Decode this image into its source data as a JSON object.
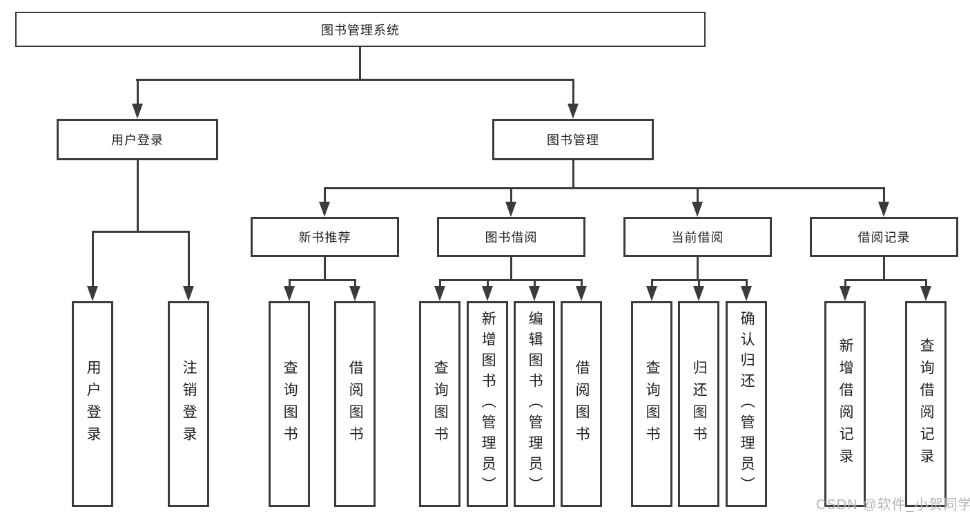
{
  "tree": {
    "root": {
      "label": "图书管理系统"
    },
    "branches": [
      {
        "label": "用户登录",
        "children": [
          {
            "label": "用户登录"
          },
          {
            "label": "注销登录"
          }
        ]
      },
      {
        "label": "图书管理",
        "children": [
          {
            "label": "新书推荐",
            "children": [
              {
                "label": "查询图书"
              },
              {
                "label": "借阅图书"
              }
            ]
          },
          {
            "label": "图书借阅",
            "children": [
              {
                "label": "查询图书"
              },
              {
                "label": "新增图书（管理员）"
              },
              {
                "label": "编辑图书（管理员）"
              },
              {
                "label": "借阅图书"
              }
            ]
          },
          {
            "label": "当前借阅",
            "children": [
              {
                "label": "查询图书"
              },
              {
                "label": "归还图书"
              },
              {
                "label": "确认归还（管理员）"
              }
            ]
          },
          {
            "label": "借阅记录",
            "children": [
              {
                "label": "新增借阅记录"
              },
              {
                "label": "查询借阅记录"
              }
            ]
          }
        ]
      }
    ]
  },
  "watermark": {
    "text": "CSDN @软件_小贺同学"
  },
  "colors": {
    "line": "#3b3b3b",
    "text": "#1e1e1e",
    "watermark": "#b4b4b4",
    "background": "#ffffff"
  }
}
